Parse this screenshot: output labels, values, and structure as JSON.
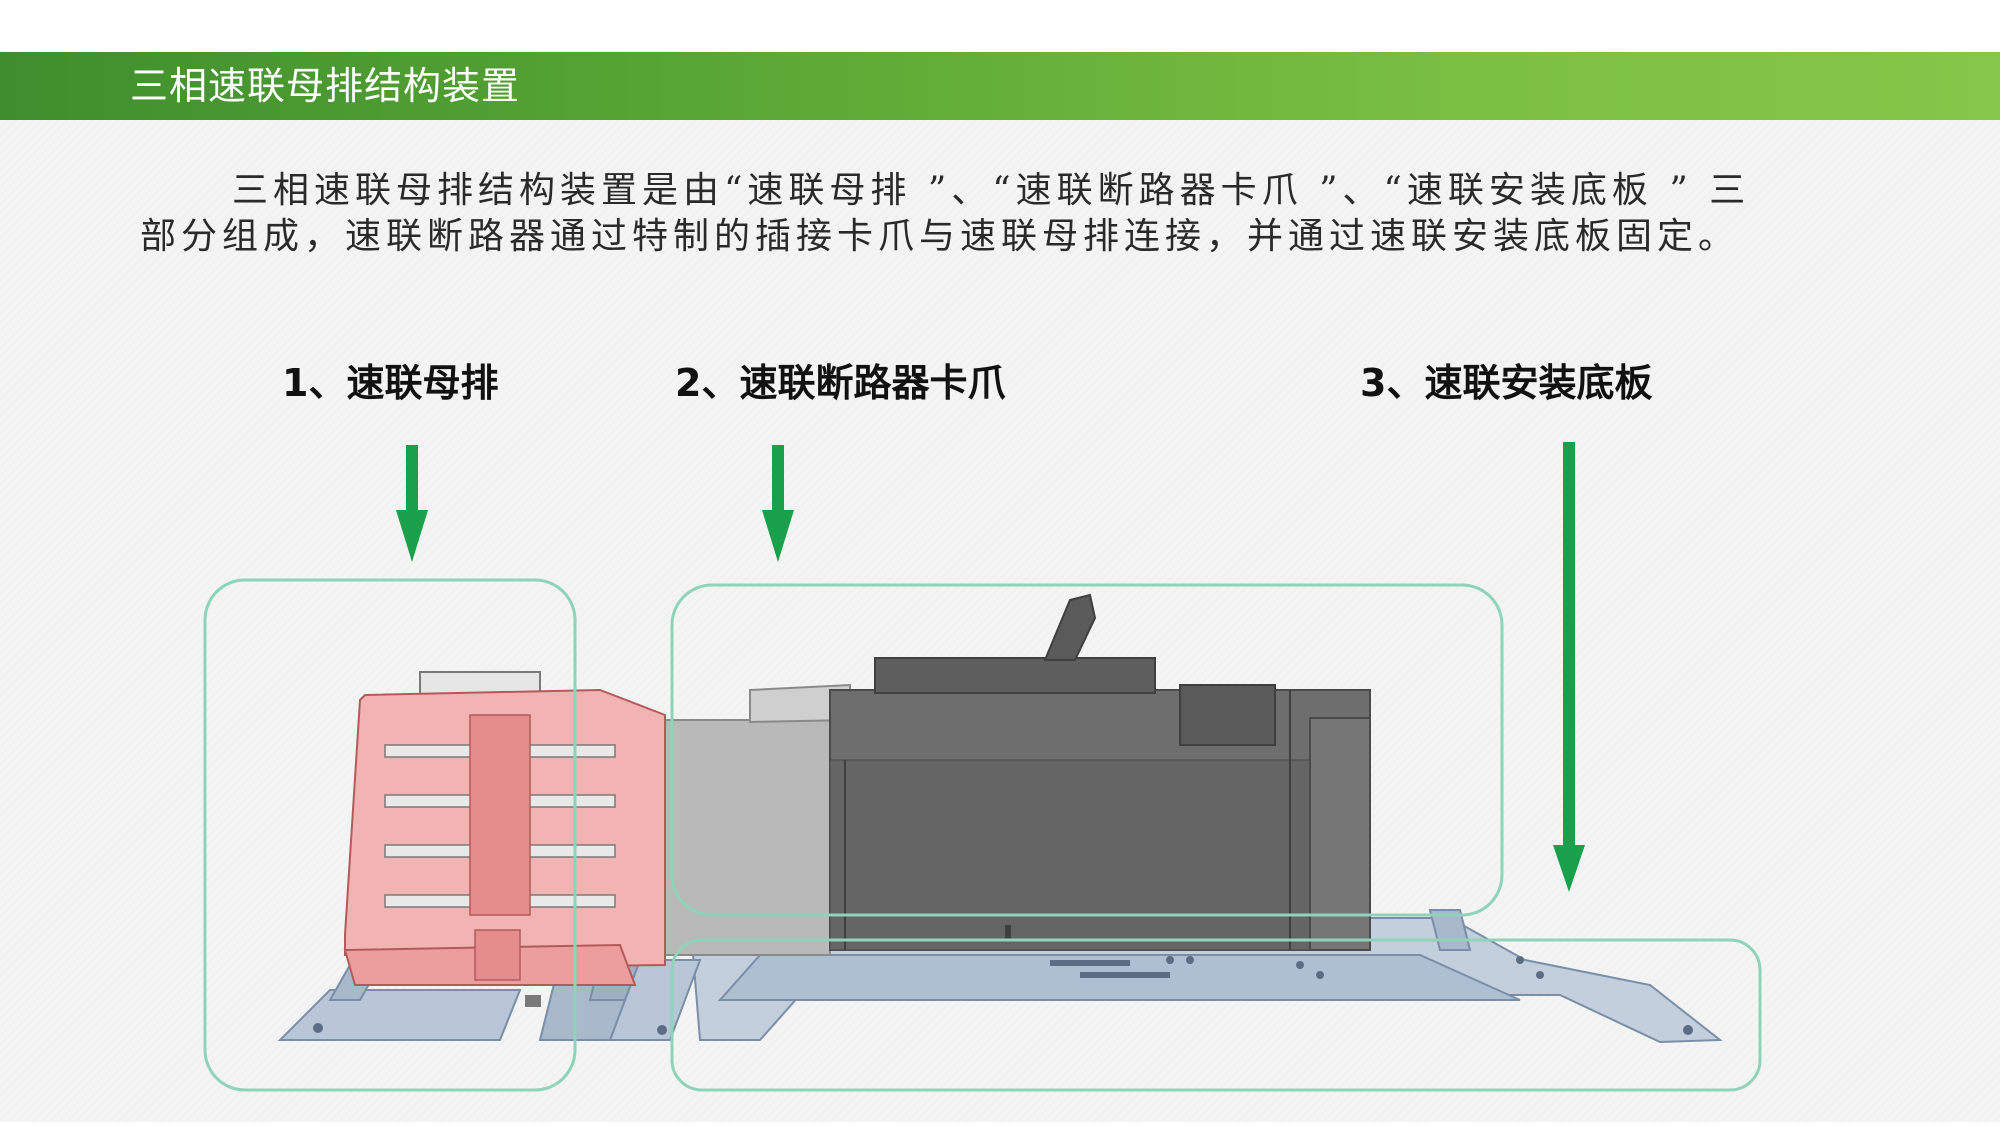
{
  "header": {
    "title": "三相速联母排结构装置"
  },
  "description": {
    "line1": "三相速联母排结构装置是由“速联母排 ”、“速联断路器卡爪 ”、“速联安装底板 ” 三",
    "line2": "部分组成，速联断路器通过特制的插接卡爪与速联母排连接，并通过速联安装底板固定。"
  },
  "parts": [
    {
      "label": "1、速联母排"
    },
    {
      "label": "2、速联断路器卡爪"
    },
    {
      "label": "3、速联安装底板"
    }
  ],
  "colors": {
    "header_green": "#58a634",
    "arrow_green": "#1aa04a",
    "box_outline": "#8fd3b8",
    "busbar_pink": "#f0a8a8",
    "breaker_gray": "#6e6e6e",
    "plate_blue": "#b9c7d8"
  }
}
